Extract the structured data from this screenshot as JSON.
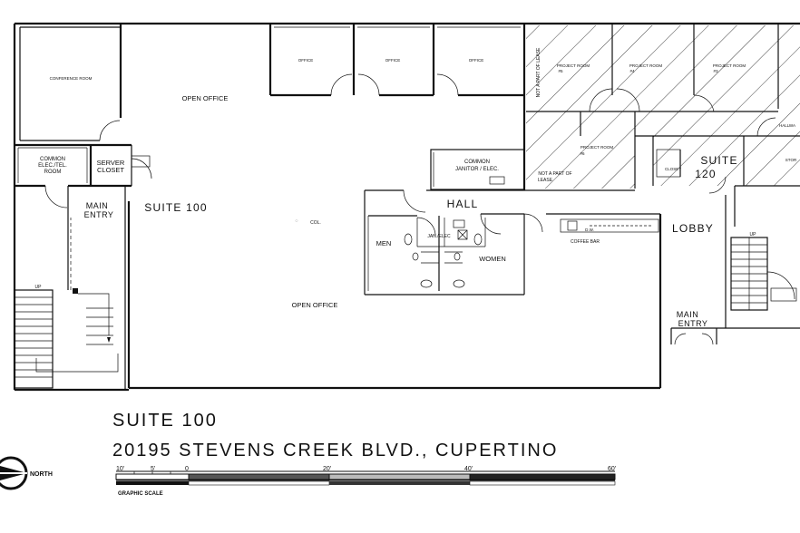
{
  "rooms": {
    "conference_room": "CONFERENCE ROOM",
    "open_office_top": "OPEN OFFICE",
    "office_1": "OFFICE",
    "office_2": "OFFICE",
    "office_3": "OFFICE",
    "common_elec_tel_room": [
      "COMMON",
      "ELEC./TEL.",
      "ROOM"
    ],
    "server_closet": [
      "SERVER",
      "CLOSET"
    ],
    "main_entry_left": [
      "MAIN",
      "ENTRY"
    ],
    "suite_100": "SUITE 100",
    "col": "COL.",
    "common_janitor": [
      "COMMON",
      "JANITOR / ELEC."
    ],
    "hall": "HALL",
    "men": "MEN",
    "jan_elec": "JAN./ELEC",
    "women": "WOMEN",
    "open_office_main": "OPEN OFFICE",
    "coffee_bar": "COFFEE BAR",
    "dw": "D.W.",
    "lobby": "LOBBY",
    "main_entry_right": [
      "MAIN",
      "ENTRY"
    ],
    "not_part_of_lease_1": "NOT A PART OF LEASE",
    "not_part_of_lease_2": [
      "NOT A PART OF",
      "LEASE"
    ],
    "project_room_5a": [
      "PROJECT ROOM",
      "#5"
    ],
    "project_room_4": [
      "PROJECT ROOM",
      "#4"
    ],
    "project_room_3": [
      "PROJECT ROOM",
      "#3"
    ],
    "project_room_6": [
      "PROJECT ROOM",
      "#6"
    ],
    "hallway": "HALLWA",
    "storage": "STOR",
    "suite_120": [
      "SUITE",
      "120"
    ],
    "closet": "CLOSET",
    "up_left": "UP",
    "up_right": "UP"
  },
  "title": {
    "line1": "SUITE 100",
    "line2": "20195 STEVENS CREEK BLVD., CUPERTINO"
  },
  "north_label": "NORTH",
  "scale": {
    "ticks": [
      "10'",
      "5'",
      "0",
      "20'",
      "40'",
      "60'"
    ],
    "label": "GRAPHIC SCALE"
  }
}
